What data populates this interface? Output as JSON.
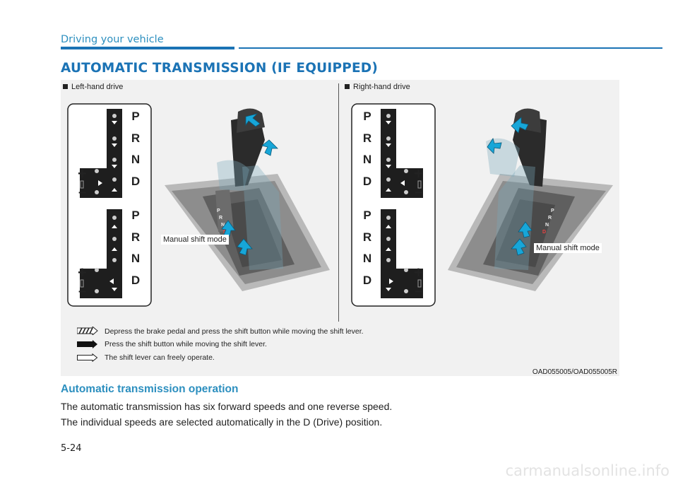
{
  "header": {
    "section": "Driving your vehicle",
    "title": "AUTOMATIC TRANSMISSION (IF EQUIPPED)"
  },
  "figure": {
    "left_caption": "Left-hand drive",
    "right_caption": "Right-hand drive",
    "gate_letters": [
      "P",
      "R",
      "N",
      "D"
    ],
    "plus": "+",
    "minus": "–",
    "manual_label_left": "Manual shift mode",
    "manual_label_right": "Manual shift mode",
    "lever_letters": [
      "P",
      "R",
      "N",
      "D"
    ],
    "legend": [
      {
        "icon": "hatched-arrow-icon",
        "text": "Depress the brake pedal and press the shift button while moving the shift lever."
      },
      {
        "icon": "solid-arrow-icon",
        "text": "Press the shift button while moving the shift lever."
      },
      {
        "icon": "outline-arrow-icon",
        "text": "The shift lever can freely operate."
      }
    ],
    "code": "OAD055005/OAD055005R",
    "colors": {
      "accent": "#1b73b5",
      "arrow": "#17a6d8",
      "panel": "#f1f1f1"
    }
  },
  "content": {
    "subheading": "Automatic transmission operation",
    "paragraphs": [
      "The automatic transmission has six forward speeds and one reverse speed.",
      "The individual speeds are selected automatically in the D (Drive) position."
    ]
  },
  "footer": {
    "page_number": "5-24",
    "watermark": "carmanualsonline.info"
  }
}
